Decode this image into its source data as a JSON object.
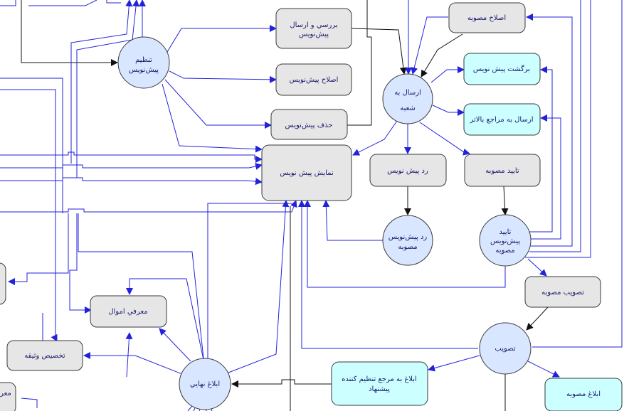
{
  "nodes": {
    "tanzim": [
      "تنظيم",
      "پيش‌نويس"
    ],
    "barresi": [
      "بررسي و ارسال",
      "پيش‌نويس"
    ],
    "eslah_pish": [
      "اصلاح پيش‌نويس"
    ],
    "hazf": [
      "حذف پيش‌نويس"
    ],
    "namayesh": [
      "نمايش پيش نويس"
    ],
    "ersal_shobe": [
      "ارسال به",
      "شعبه"
    ],
    "eslah_mosavabe": [
      "اصلاح مصوبه"
    ],
    "bargasht": [
      "برگشت پيش نويس"
    ],
    "ersal_maraje": [
      "ارسال به مراجع بالاتر"
    ],
    "rad_pish": [
      "رد پيش نويس"
    ],
    "taeid_mosavabe": [
      "تاييد مصوبه"
    ],
    "rad_mosavabe": [
      "رد پيش‌نويس",
      "مصوبه"
    ],
    "taeid_pish": [
      "تاييد",
      "پيش‌نويس",
      "مصوبه"
    ],
    "tasvib_mosavabe": [
      "تصويب مصوبه"
    ],
    "tasvib": [
      "تصويب"
    ],
    "ablagh_marja": [
      "ابلاغ به مرجع تنظيم كننده",
      "پيشنهاد"
    ],
    "ablagh_mosavabe": [
      "ابلاغ مصوبه"
    ],
    "ablagh_nahaei": [
      "ابلاغ نهايي"
    ],
    "moarefi": [
      "معرفي اموال"
    ],
    "takhsis": [
      "تخصيص وثيقه"
    ],
    "partial": [
      "معر"
    ]
  },
  "colors": {
    "gray_box": "#e6e6e6",
    "cyan_box": "#ccffff",
    "circle": "#d9e6ff",
    "blue_edge": "#2222dd",
    "black_edge": "#111111"
  }
}
